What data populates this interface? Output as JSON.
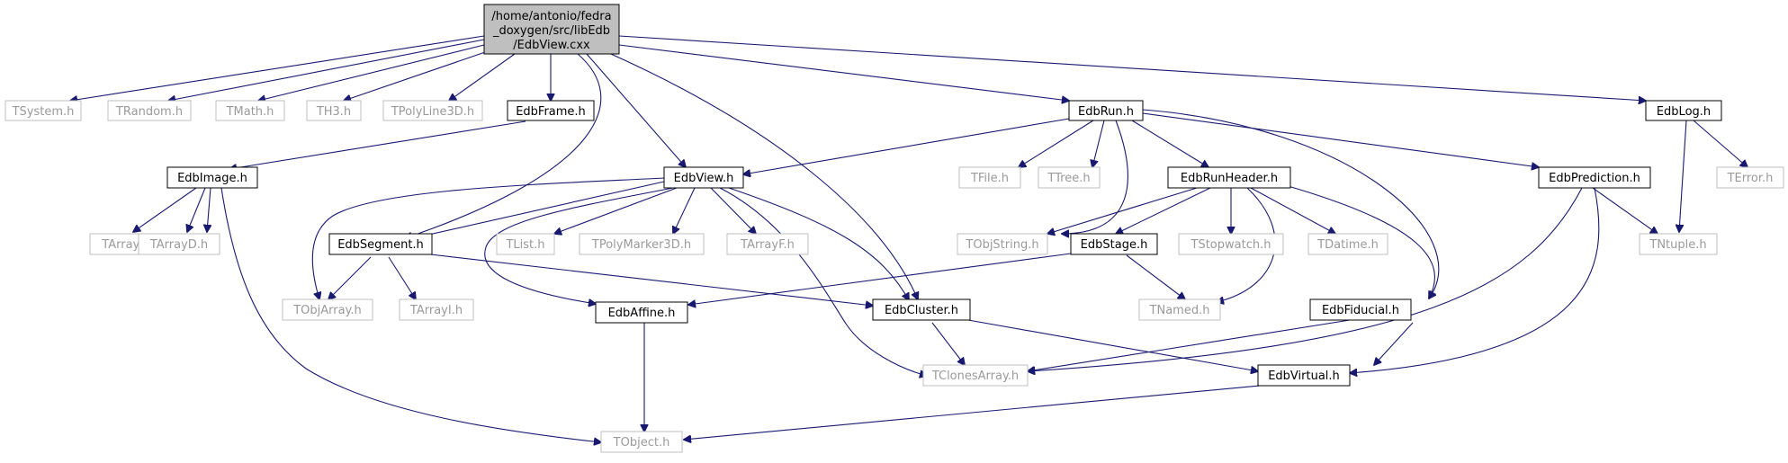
{
  "diagram": {
    "root": [
      "/home/antonio/fedra",
      "_doxygen/src/libEdb",
      "/EdbView.cxx"
    ],
    "nodes": {
      "TSystem": "TSystem.h",
      "TRandom": "TRandom.h",
      "TMath": "TMath.h",
      "TH3": "TH3.h",
      "TPolyLine3D": "TPolyLine3D.h",
      "EdbFrame": "EdbFrame.h",
      "EdbRun": "EdbRun.h",
      "EdbLog": "EdbLog.h",
      "EdbImage": "EdbImage.h",
      "EdbView": "EdbView.h",
      "TFile": "TFile.h",
      "TTree": "TTree.h",
      "EdbRunHeader": "EdbRunHeader.h",
      "EdbPrediction": "EdbPrediction.h",
      "TError": "TError.h",
      "TArrayC": "TArrayC.h",
      "TArrayD": "TArrayD.h",
      "EdbSegment": "EdbSegment.h",
      "TList": "TList.h",
      "TPolyMarker3D": "TPolyMarker3D.h",
      "TArrayF": "TArrayF.h",
      "TObjString": "TObjString.h",
      "EdbStage": "EdbStage.h",
      "TStopwatch": "TStopwatch.h",
      "TDatime": "TDatime.h",
      "TNtuple": "TNtuple.h",
      "TObjArray": "TObjArray.h",
      "TArrayI": "TArrayI.h",
      "EdbAffine": "EdbAffine.h",
      "EdbCluster": "EdbCluster.h",
      "TNamed": "TNamed.h",
      "EdbFiducial": "EdbFiducial.h",
      "TClonesArray": "TClonesArray.h",
      "EdbVirtual": "EdbVirtual.h",
      "TObject": "TObject.h"
    }
  }
}
